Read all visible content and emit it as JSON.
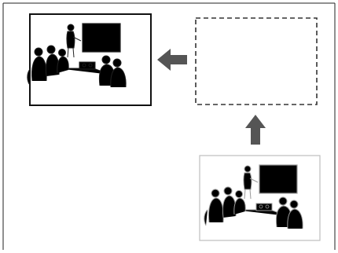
{
  "diagram": {
    "kind": "projection-freeze-illustration",
    "panels": [
      {
        "id": "current-projected-image",
        "border": "solid",
        "content": "classroom-presentation-scene"
      },
      {
        "id": "frozen-image-placeholder",
        "border": "dashed",
        "content": "empty"
      },
      {
        "id": "source-image",
        "border": "solid-light",
        "content": "classroom-presentation-scene-faded"
      }
    ],
    "arrows": [
      {
        "from": "source-image",
        "to": "frozen-image-placeholder",
        "direction": "up",
        "icon": "arrow-up-icon"
      },
      {
        "from": "frozen-image-placeholder",
        "to": "current-projected-image",
        "direction": "left",
        "icon": "arrow-left-icon"
      }
    ],
    "colors": {
      "frame": "#222222",
      "arrow": "#555555",
      "faded_scene": "#9a9a9a",
      "faded_border": "#bdbdbd",
      "dashed_border": "#333333"
    }
  }
}
